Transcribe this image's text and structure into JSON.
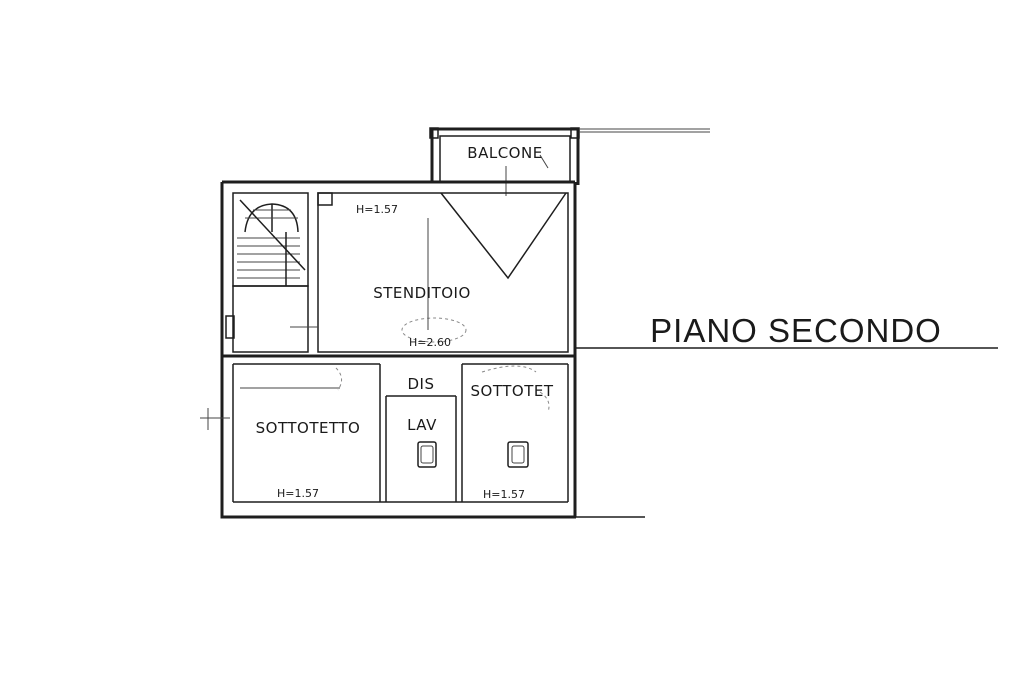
{
  "plan_title": "PIANO SECONDO",
  "rooms": {
    "balcone": "BALCONE",
    "stenditoio": "STENDITOIO",
    "dis": "DIS",
    "sottotetto_main": "SOTTOTETTO",
    "sottotetto_right": "SOTTOTET",
    "lav": "LAV"
  },
  "heights": {
    "stenditoio_top": "H=1.57",
    "stenditoio_center": "H=2.60",
    "sottotetto_main": "H=1.57",
    "sottotetto_right": "H=1.57"
  }
}
